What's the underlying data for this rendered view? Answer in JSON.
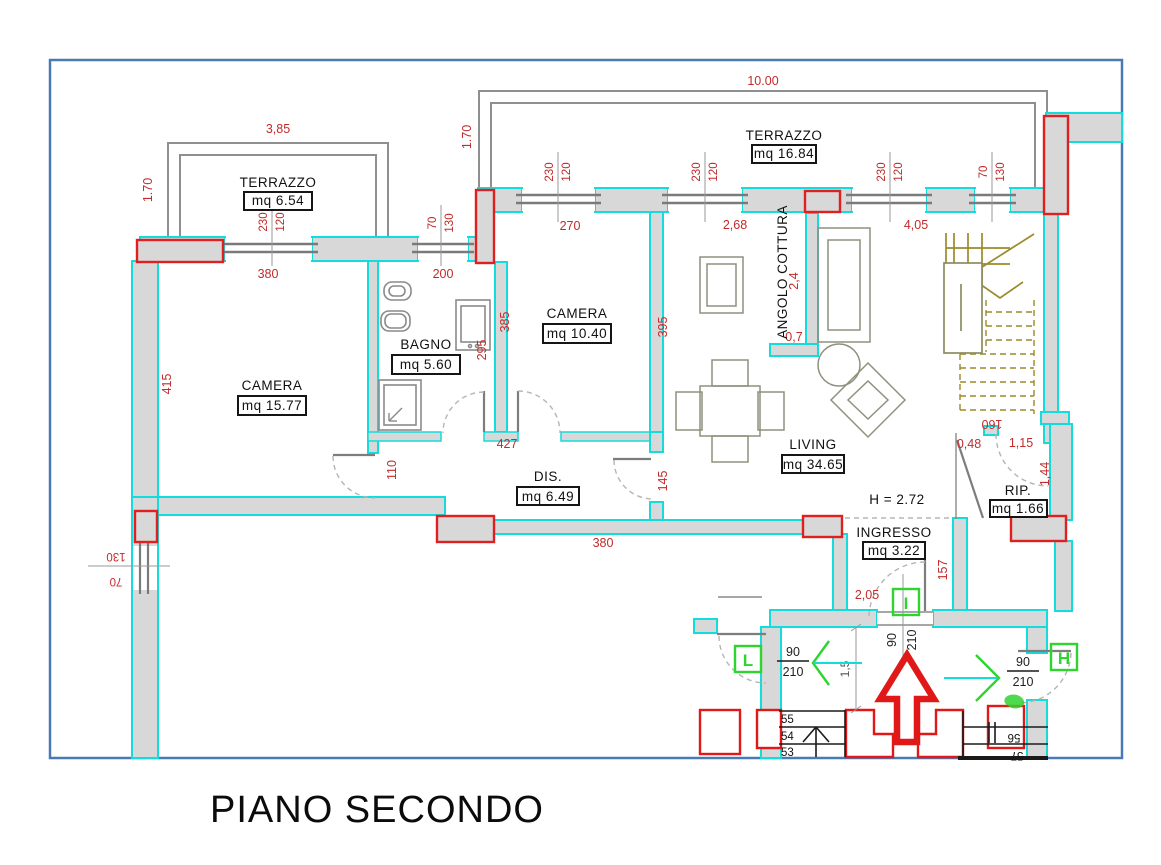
{
  "title": "PIANO SECONDO",
  "colors": {
    "wall_line": "#12dcdc",
    "wall_fill": "#d8d8d8",
    "pillar_red": "#e02020",
    "dimension_red": "#c22b2b",
    "marker_green": "#2fd42f",
    "stair_olive": "#9c8a2a",
    "border_blue": "#4a7ab5",
    "terrace_gray": "#8f8f8f"
  },
  "rooms": {
    "terrazzo1": {
      "name": "TERRAZZO",
      "area": "mq 6.54"
    },
    "terrazzo2": {
      "name": "TERRAZZO",
      "area": "mq 16.84"
    },
    "camera1": {
      "name": "CAMERA",
      "area": "mq 15.77"
    },
    "bagno": {
      "name": "BAGNO",
      "area": "mq 5.60"
    },
    "camera2": {
      "name": "CAMERA",
      "area": "mq 10.40"
    },
    "dis": {
      "name": "DIS.",
      "area": "mq 6.49"
    },
    "living": {
      "name": "LIVING",
      "area": "mq 34.65"
    },
    "angolo_cottura": {
      "name": "ANGOLO COTTURA"
    },
    "rip": {
      "name": "RIP.",
      "area": "mq 1.66"
    },
    "ingresso": {
      "name": "INGRESSO",
      "area": "mq 3.22"
    }
  },
  "notes": {
    "height": "H = 2.72"
  },
  "dims": {
    "d385": "3,85",
    "d170": "1.70",
    "d1000": "10.00",
    "d380": "380",
    "d200": "200",
    "d270": "270",
    "d268": "2,68",
    "d405": "4,05",
    "d24": "2,4",
    "d07": "0,7",
    "d415": "415",
    "d385cm": "385",
    "d295": "295",
    "d395": "395",
    "d110": "110",
    "d427": "427",
    "d145": "145",
    "d160": "160",
    "d048": "0,48",
    "d115": "1,15",
    "d144": "1,44",
    "d157": "157",
    "d205": "2,05",
    "d15": "1,5"
  },
  "window_sizes": {
    "w230": "230",
    "w120": "120",
    "w70": "70",
    "w130": "130"
  },
  "door_size": {
    "width": "90",
    "height": "210"
  },
  "markers": {
    "left": "L",
    "entrance": "I",
    "right": "H"
  },
  "steps": {
    "s53": "53",
    "s54": "54",
    "s55": "55",
    "s56": "56",
    "s57": "57"
  }
}
